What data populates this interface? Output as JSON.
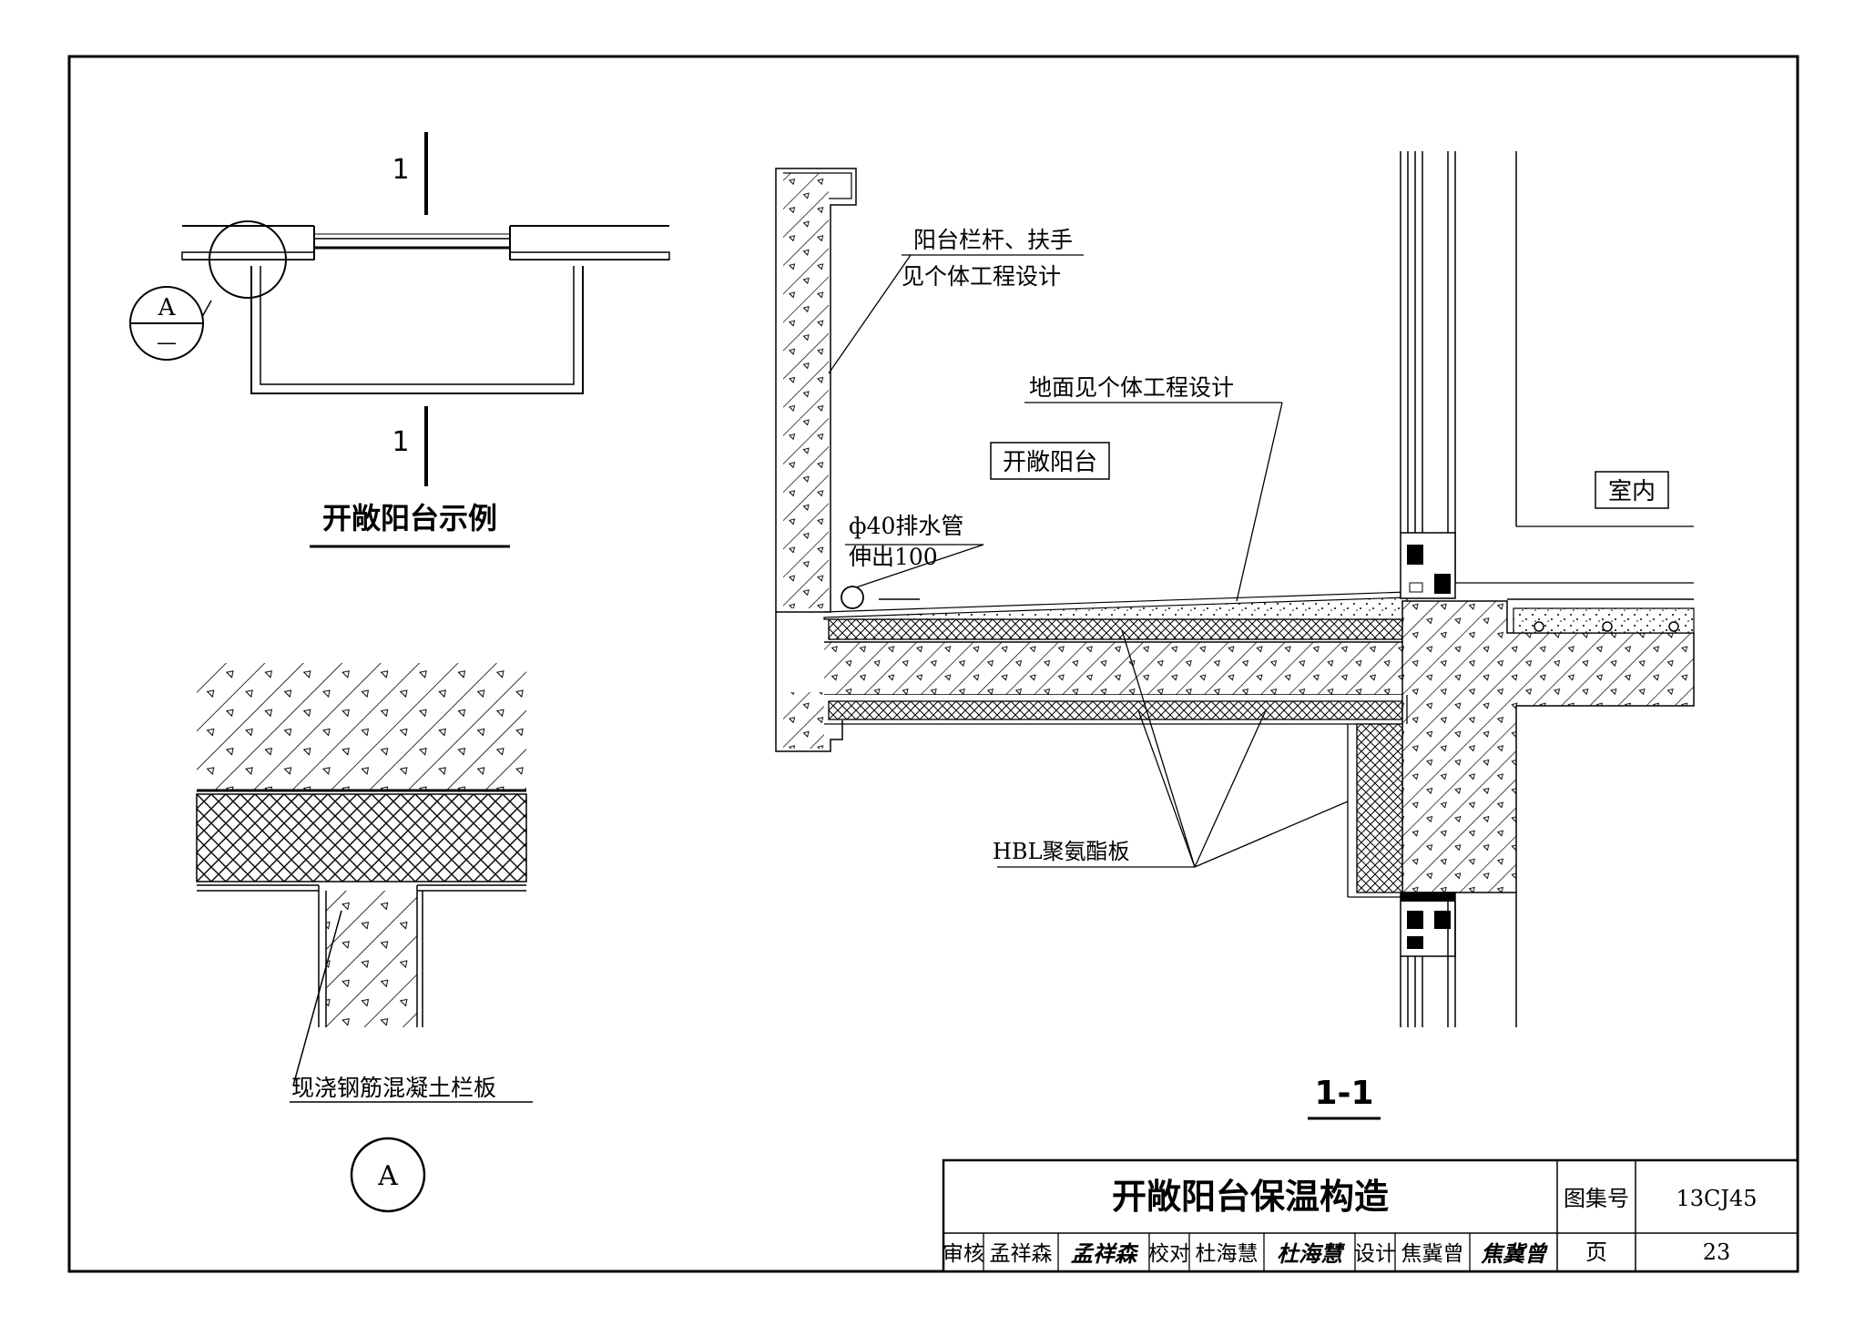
{
  "plan": {
    "title": "开敞阳台示例",
    "section_mark_top": "1",
    "section_mark_bottom": "1",
    "detail_bubble_letter": "A",
    "detail_bubble_sheet": "—"
  },
  "detail_a": {
    "label_slab": "现浇钢筋混凝土栏板",
    "bubble_letter": "A"
  },
  "section": {
    "label_railing_1": "阳台栏杆、扶手",
    "label_railing_2": "见个体工程设计",
    "label_floor": "地面见个体工程设计",
    "label_open_balcony": "开敞阳台",
    "label_indoor": "室内",
    "label_drain_1": "ф40排水管",
    "label_drain_2": "伸出100",
    "label_insulation": "HBL聚氨酯板",
    "title": "1-1"
  },
  "title_block": {
    "drawing_title": "开敞阳台保温构造",
    "atlas_no_label": "图集号",
    "atlas_no_value": "13CJ45",
    "page_label": "页",
    "page_value": "23",
    "review_label": "审核",
    "review_name": "孟祥森",
    "review_sign": "孟祥森",
    "check_label": "校对",
    "check_name": "杜海慧",
    "check_sign": "杜海慧",
    "design_label": "设计",
    "design_name": "焦冀曾",
    "design_sign": "焦冀曾"
  }
}
